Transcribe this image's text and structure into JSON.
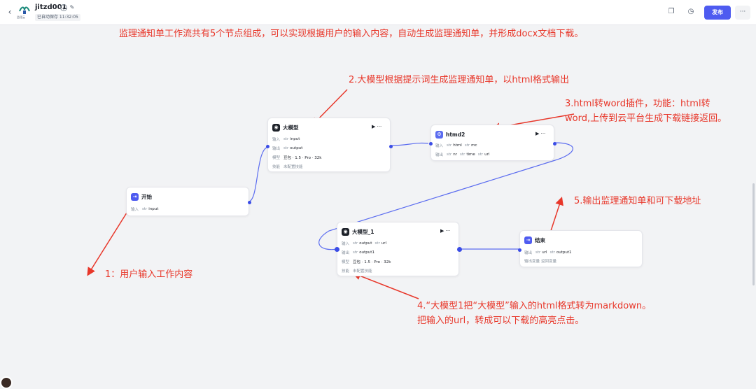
{
  "header": {
    "app_name": "jitzd001",
    "logo_text": "监理云",
    "save_status": "已自动保存 11:32:05",
    "publish_label": "发布",
    "more_label": "···",
    "back_icon": "chevron-left-icon"
  },
  "annotations": {
    "top": "监理通知单工作流共有5个节点组成，可以实现根据用户的输入内容，自动生成监理通知单，并形成docx文档下载。",
    "a2": "2.大模型根据提示词生成监理通知单，以html格式输出",
    "a3_line1": "3.html转word插件，功能：html转",
    "a3_line2": "word,上传到云平台生成下载链接返回。",
    "a5": "5.输出监理通知单和可下载地址",
    "a1": "1：用户输入工作内容",
    "a4_line1": "4.“大模型1把“大模型”输入的html格式转为markdown。",
    "a4_line2": "把输入的url，转成可以下载的高亮点击。"
  },
  "nodes": {
    "start": {
      "title": "开始",
      "in_label": "输入",
      "in_tag_type": "str",
      "in_tag": "input"
    },
    "llm": {
      "title": "大模型",
      "in_label": "输入",
      "in_tag_type": "str",
      "in_tag": "input",
      "out_label": "输出",
      "out_tag_type": "str",
      "out_tag": "output",
      "model_label": "模型",
      "model_value": "豆包 · 1.5 · Pro · 32k",
      "skill_label": "技能",
      "skill_value": "未配置技能"
    },
    "htmd2": {
      "title": "htmd2",
      "in_label": "输入",
      "in_tags": [
        {
          "t": "str",
          "v": "html"
        },
        {
          "t": "str",
          "v": "mc"
        }
      ],
      "out_label": "输出",
      "out_tags": [
        {
          "t": "str",
          "v": "nr"
        },
        {
          "t": "str",
          "v": "time"
        },
        {
          "t": "str",
          "v": "url"
        }
      ]
    },
    "llm1": {
      "title": "大模型_1",
      "in_label": "输入",
      "in_tags": [
        {
          "t": "str",
          "v": "output"
        },
        {
          "t": "str",
          "v": "url"
        }
      ],
      "out_label": "输出",
      "out_tag_type": "str",
      "out_tag": "output1",
      "model_label": "模型",
      "model_value": "豆包 · 1.5 · Pro · 32k",
      "skill_label": "技能",
      "skill_value": "未配置技能"
    },
    "end": {
      "title": "结束",
      "out_label": "输出",
      "out_tags": [
        {
          "t": "str",
          "v": "url"
        },
        {
          "t": "str",
          "v": "output1"
        }
      ],
      "mode_label": "输出变量",
      "mode_value": "返回变量"
    }
  },
  "node_actions": "▶  ···",
  "colors": {
    "accent": "#4e5bf0",
    "annotation": "#e8372a",
    "wire": "#5b6cf0"
  }
}
